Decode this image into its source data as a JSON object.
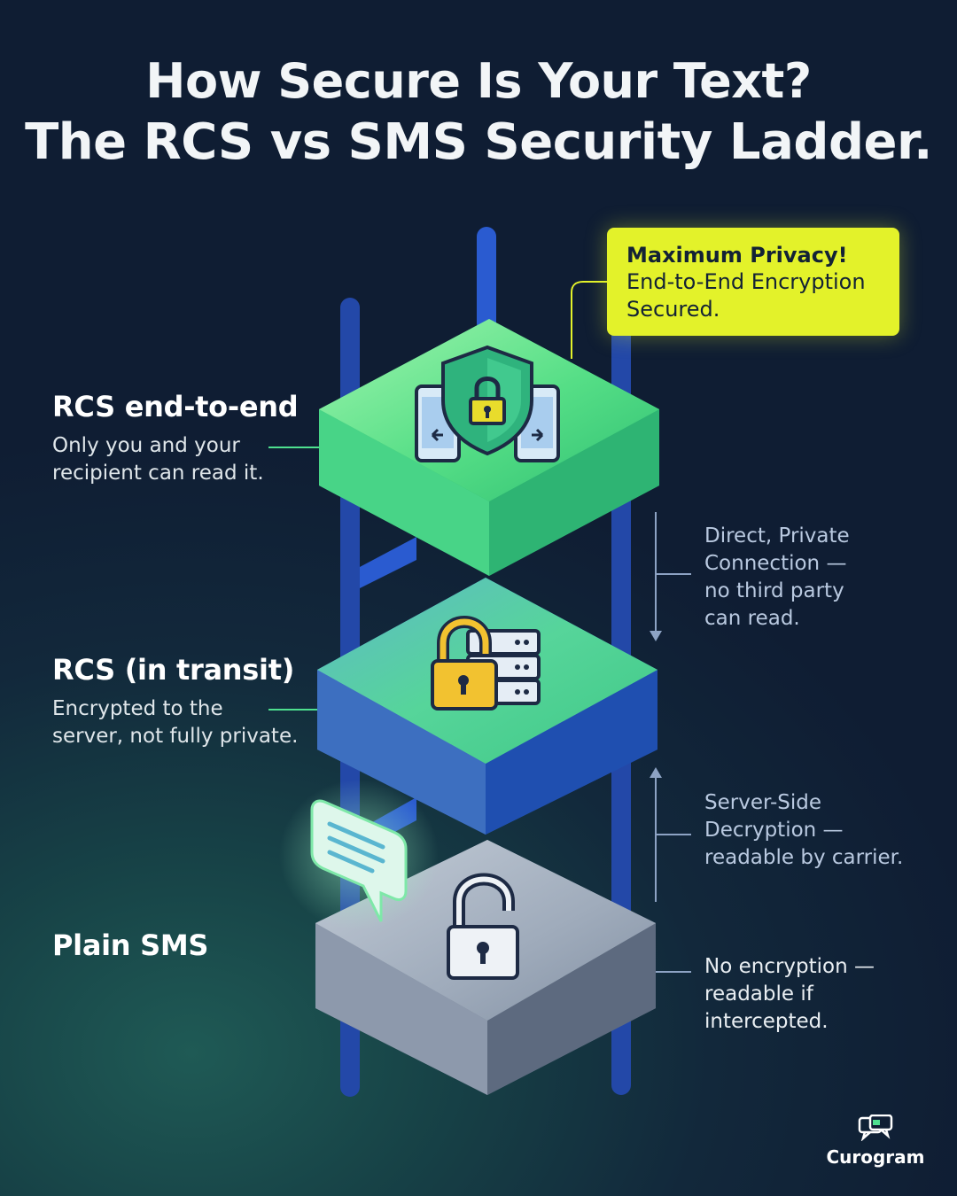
{
  "title": {
    "line1": "How Secure Is Your Text?",
    "line2": "The RCS vs SMS Security Ladder."
  },
  "callout": {
    "heading": "Maximum Privacy!",
    "line1": "End-to-End Encryption",
    "line2": "Secured."
  },
  "tiers": [
    {
      "heading": "RCS end-to-end",
      "desc_line1": "Only you and your",
      "desc_line2": "recipient can read it.",
      "icon": "shield-lock-phones-icon",
      "color": "#5ee08f"
    },
    {
      "heading": "RCS (in transit)",
      "desc_line1": "Encrypted to the",
      "desc_line2": "server, not fully private.",
      "icon": "padlock-server-icon",
      "color": "#3b6fc0"
    },
    {
      "heading": "Plain SMS",
      "icon": "open-padlock-icon",
      "color": "#9aa6b6"
    }
  ],
  "notes": {
    "direct": [
      "Direct, Private",
      "Connection —",
      "no third party",
      "can read."
    ],
    "server": [
      "Server-Side",
      "Decryption —",
      "readable by carrier."
    ],
    "none": [
      "No encryption —",
      "readable if",
      "intercepted."
    ]
  },
  "brand": {
    "name": "Curogram",
    "icon": "chat-bubbles-icon"
  },
  "colors": {
    "accent_yellow": "#e3f22a",
    "rail_blue": "#2a5bd0",
    "background": "#0f1d33"
  }
}
